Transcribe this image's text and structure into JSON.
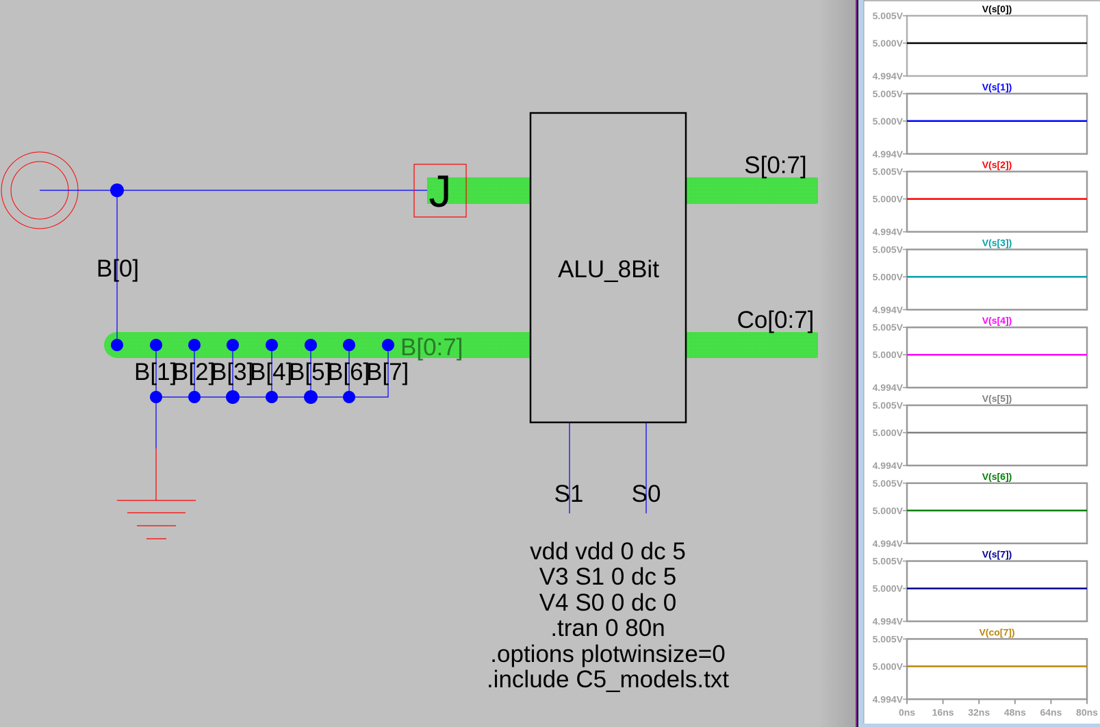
{
  "schematic": {
    "component_name": "ALU_8Bit",
    "junction_label": "J",
    "bus_labels": {
      "input_bus": "B[0:7]",
      "sum_bus": "S[0:7]",
      "carry_bus": "Co[0:7]"
    },
    "net_labels": {
      "b0": "B[0]",
      "b_bits": [
        "B[1]",
        "B[2]",
        "B[3]",
        "B[4]",
        "B[5]",
        "B[6]",
        "B[7]"
      ],
      "s1": "S1",
      "s0": "S0"
    },
    "spice_directives": [
      "vdd vdd 0 dc 5",
      "V3 S1 0 dc 5",
      "V4 S0 0 dc 0",
      ".tran 0 80n",
      ".options plotwinsize=0",
      ".include C5_models.txt"
    ],
    "colors": {
      "background": "#c0c0c0",
      "wire": "#0000ff",
      "bus": "#4ae44a",
      "symbol": "#ff0000",
      "component": "#000000"
    }
  },
  "chart_data": {
    "type": "line",
    "title": "Transient waveforms",
    "xlabel": "",
    "ylabel": "",
    "x_unit": "ns",
    "xlim": [
      0,
      80
    ],
    "x_ticks": [
      0,
      16,
      32,
      48,
      64,
      80
    ],
    "x_tick_labels": [
      "0ns",
      "16ns",
      "32ns",
      "48ns",
      "64ns",
      "80ns"
    ],
    "ylim": [
      4.994,
      5.005
    ],
    "y_ticks": [
      4.994,
      5.0,
      5.005
    ],
    "y_tick_labels": [
      "4.994V",
      "5.000V",
      "5.005V"
    ],
    "grid": false,
    "series": [
      {
        "name": "V(s[0])",
        "color": "#000000",
        "x": [
          0,
          80
        ],
        "y": [
          5.0,
          5.0
        ]
      },
      {
        "name": "V(s[1])",
        "color": "#0000ff",
        "x": [
          0,
          80
        ],
        "y": [
          5.0,
          5.0
        ]
      },
      {
        "name": "V(s[2])",
        "color": "#ff0000",
        "x": [
          0,
          80
        ],
        "y": [
          5.0,
          5.0
        ]
      },
      {
        "name": "V(s[3])",
        "color": "#00a0a8",
        "x": [
          0,
          80
        ],
        "y": [
          5.0,
          5.0
        ]
      },
      {
        "name": "V(s[4])",
        "color": "#ff00ff",
        "x": [
          0,
          80
        ],
        "y": [
          5.0,
          5.0
        ]
      },
      {
        "name": "V(s[5])",
        "color": "#808080",
        "x": [
          0,
          80
        ],
        "y": [
          5.0,
          5.0
        ]
      },
      {
        "name": "V(s[6])",
        "color": "#008000",
        "x": [
          0,
          80
        ],
        "y": [
          5.0,
          5.0
        ]
      },
      {
        "name": "V(s[7])",
        "color": "#000090",
        "x": [
          0,
          80
        ],
        "y": [
          5.0,
          5.0
        ]
      },
      {
        "name": "V(co[7])",
        "color": "#b8860b",
        "x": [
          0,
          80
        ],
        "y": [
          5.0,
          5.0
        ]
      }
    ]
  }
}
